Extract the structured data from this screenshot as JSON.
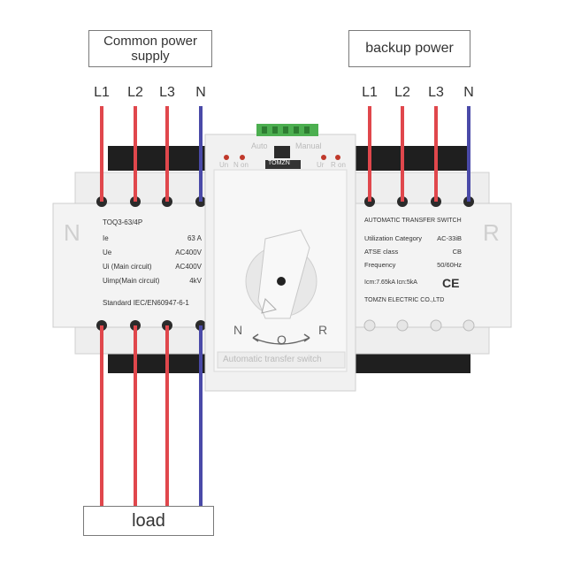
{
  "labels": {
    "source_left": "Common power supply",
    "source_right": "backup power",
    "load": "load",
    "phases_left": [
      "L1",
      "L2",
      "L3",
      "N"
    ],
    "phases_right": [
      "L1",
      "L2",
      "L3",
      "N"
    ]
  },
  "panel_left": {
    "side_letter": "N",
    "model": "TOQ3-63/4P",
    "specs": [
      {
        "k": "Ie",
        "v": "63  A"
      },
      {
        "k": "Ue",
        "v": "AC400V"
      },
      {
        "k": "Ui (Main circuit)",
        "v": "AC400V"
      },
      {
        "k": "Uimp(Main circuit)",
        "v": "4kV"
      }
    ],
    "standard": "Standard   IEC/EN60947-6-1"
  },
  "panel_right": {
    "side_letter": "R",
    "title": "AUTOMATIC TRANSFER SWITCH",
    "specs": [
      {
        "k": "Utilization Category",
        "v": "AC-33iB"
      },
      {
        "k": "ATSE class",
        "v": "CB"
      },
      {
        "k": "Frequency",
        "v": "50/60Hz"
      }
    ],
    "rating_line": "Icm:7.65kA   Icn:5kA",
    "ce": "CE",
    "maker": "TOMZN ELECTRIC CO.,LTD"
  },
  "center": {
    "brand": "TOMZN",
    "mode_auto": "Auto",
    "mode_manual": "Manual",
    "led_left_1": "Un",
    "led_left_2": "N on",
    "led_right_1": "Ur",
    "led_right_2": "R on",
    "dial_n": "N",
    "dial_o": "O",
    "dial_r": "R",
    "footer": "Automatic transfer switch"
  },
  "colors": {
    "phase_wire": "#e0474c",
    "neutral_wire": "#4a4aa8",
    "body": "#eeeeee",
    "rail": "#1f1f1f"
  }
}
